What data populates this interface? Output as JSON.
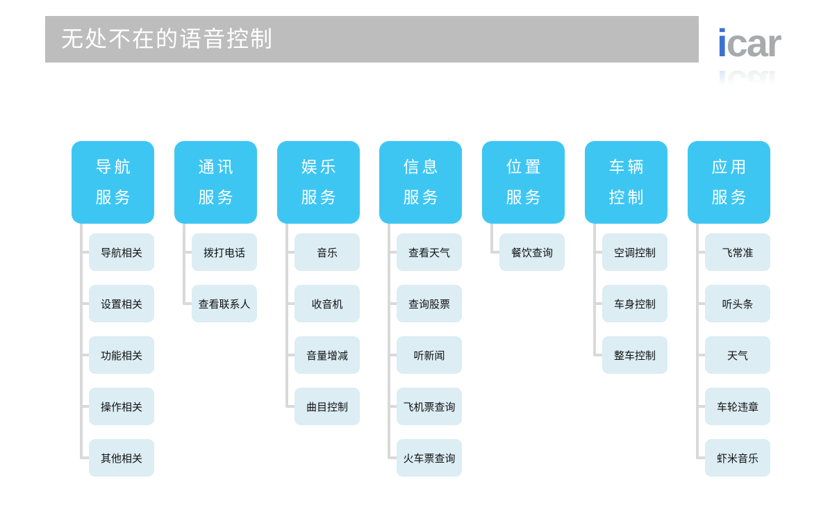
{
  "slide": {
    "title": "无处不在的语音控制",
    "logo": {
      "blue_part": "i",
      "gray_part": "car"
    }
  },
  "colors": {
    "title_bar_bg": "#BDBDBD",
    "header_box_bg": "#3EC6F3",
    "child_box_bg": "#DCEDF4",
    "connector": "#D9D9D9",
    "logo_blue": "#3B72D2",
    "logo_gray": "#A7ABAE"
  },
  "groups": [
    {
      "title_lines": [
        "导航",
        "服务"
      ],
      "children": [
        "导航相关",
        "设置相关",
        "功能相关",
        "操作相关",
        "其他相关"
      ]
    },
    {
      "title_lines": [
        "通讯",
        "服务"
      ],
      "children": [
        "拨打电话",
        "查看联系人"
      ]
    },
    {
      "title_lines": [
        "娱乐",
        "服务"
      ],
      "children": [
        "音乐",
        "收音机",
        "音量增减",
        "曲目控制"
      ]
    },
    {
      "title_lines": [
        "信息",
        "服务"
      ],
      "children": [
        "查看天气",
        "查询股票",
        "听新闻",
        "飞机票查询",
        "火车票查询"
      ]
    },
    {
      "title_lines": [
        "位置",
        "服务"
      ],
      "children": [
        "餐饮查询"
      ]
    },
    {
      "title_lines": [
        "车辆",
        "控制"
      ],
      "children": [
        "空调控制",
        "车身控制",
        "整车控制"
      ]
    },
    {
      "title_lines": [
        "应用",
        "服务"
      ],
      "children": [
        "飞常准",
        "听头条",
        "天气",
        "车轮违章",
        "虾米音乐"
      ]
    }
  ]
}
